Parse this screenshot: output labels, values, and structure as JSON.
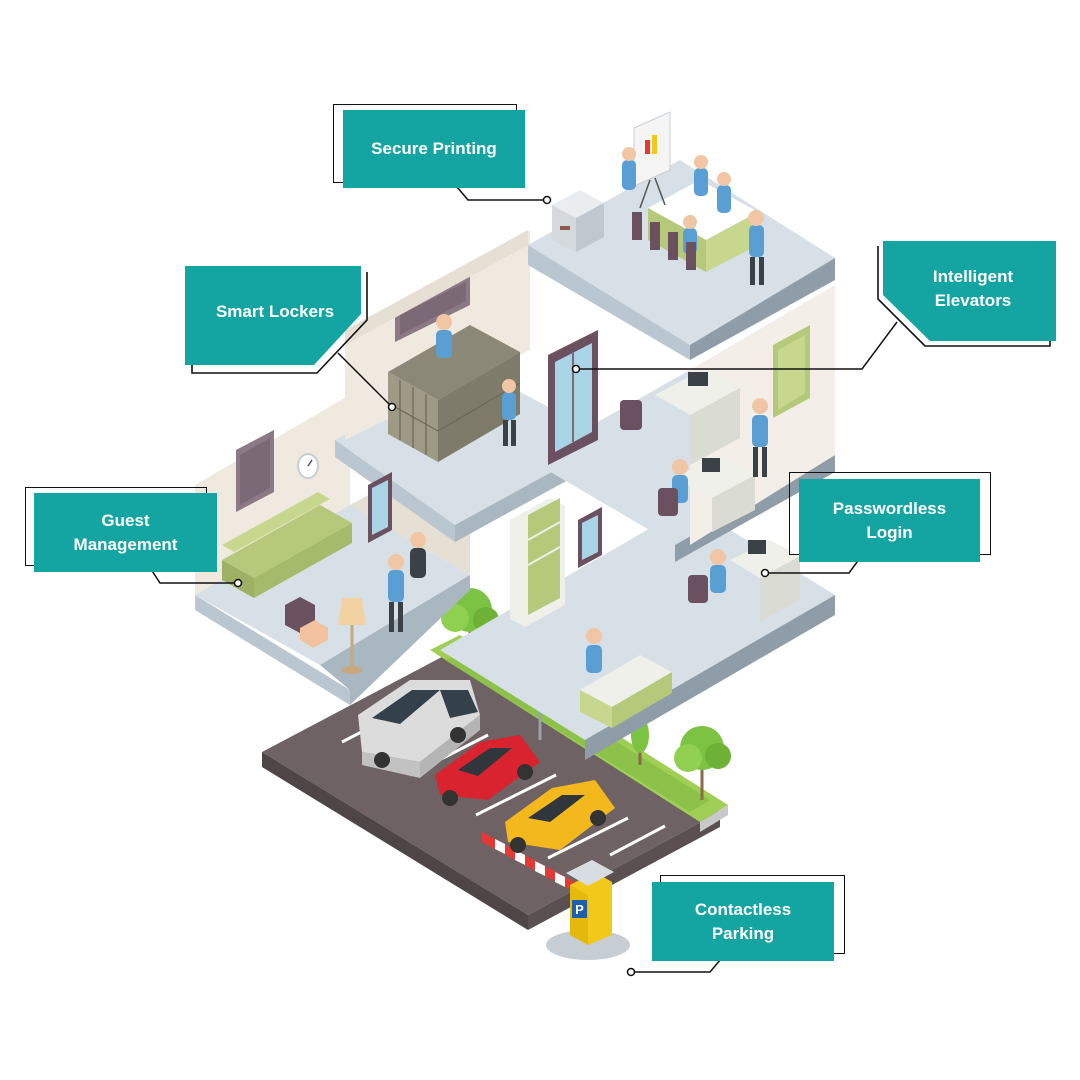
{
  "colors": {
    "accent": "#14a5a3",
    "outline": "#111111",
    "floor": "#d7e0e6",
    "wall": "#efe9df",
    "asphalt": "#6e6264",
    "grass": "#9fcf54",
    "person_shirt": "#5a9fd4"
  },
  "callouts": {
    "secure_printing": {
      "label": "Secure Printing"
    },
    "smart_lockers": {
      "label": "Smart Lockers"
    },
    "guest_management": {
      "label": "Guest\nManagement"
    },
    "intelligent_elevators": {
      "label": "Intelligent\nElevators"
    },
    "passwordless_login": {
      "label": "Passwordless\nLogin"
    },
    "contactless_parking": {
      "label": "Contactless\nParking"
    }
  },
  "signage": {
    "parking_sign": "P",
    "parking_kiosk": "P"
  }
}
